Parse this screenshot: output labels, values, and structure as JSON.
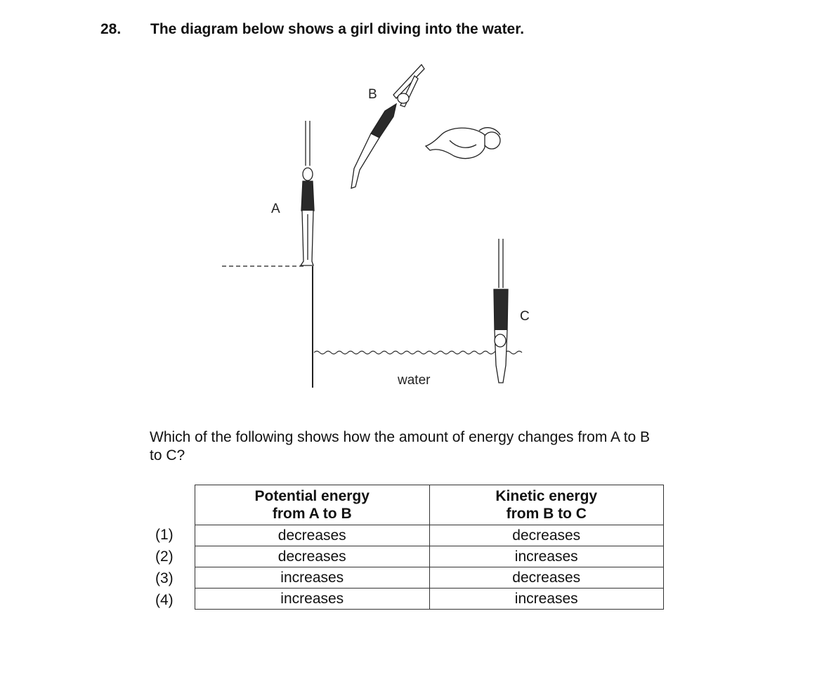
{
  "question": {
    "number": "28.",
    "text": "The diagram below shows a girl diving into the water."
  },
  "diagram": {
    "label_a": "A",
    "label_b": "B",
    "label_c": "C",
    "water_label": "water"
  },
  "prompt": {
    "line1": "Which of the following shows how the amount of energy changes from A to B",
    "line2": "to C?"
  },
  "table": {
    "col1_line1": "Potential energy",
    "col1_line2": "from A to B",
    "col2_line1": "Kinetic energy",
    "col2_line2": "from B to C",
    "rows": [
      {
        "option": "(1)",
        "pe": "decreases",
        "ke": "decreases"
      },
      {
        "option": "(2)",
        "pe": "decreases",
        "ke": "increases"
      },
      {
        "option": "(3)",
        "pe": "increases",
        "ke": "decreases"
      },
      {
        "option": "(4)",
        "pe": "increases",
        "ke": "increases"
      }
    ]
  }
}
